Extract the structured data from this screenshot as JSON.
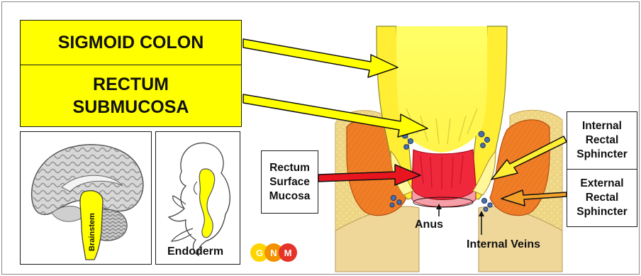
{
  "labels": {
    "sigmoid_colon": "SIGMOID COLON",
    "rectum_line1": "RECTUM",
    "rectum_line2": "SUBMUCOSA",
    "brainstem": "Brainstem",
    "endoderm": "Endoderm",
    "mucosa_line1": "Rectum",
    "mucosa_line2": "Surface",
    "mucosa_line3": "Mucosa",
    "anus": "Anus",
    "internal_veins": "Internal Veins",
    "internal_line1": "Internal",
    "internal_line2": "Rectal",
    "internal_line3": "Sphincter",
    "external_line1": "External",
    "external_line2": "Rectal",
    "external_line3": "Sphincter"
  },
  "logo": {
    "letters": [
      "G",
      "N",
      "M"
    ],
    "colors": [
      "#ffd500",
      "#f39200",
      "#e6332a"
    ]
  },
  "colors": {
    "yellow": "#ffff00",
    "red_mucosa": "#f0283c",
    "orange_muscle": "#f07e26",
    "fat": "#f2dc8c",
    "veins": "#4a6fa8"
  }
}
